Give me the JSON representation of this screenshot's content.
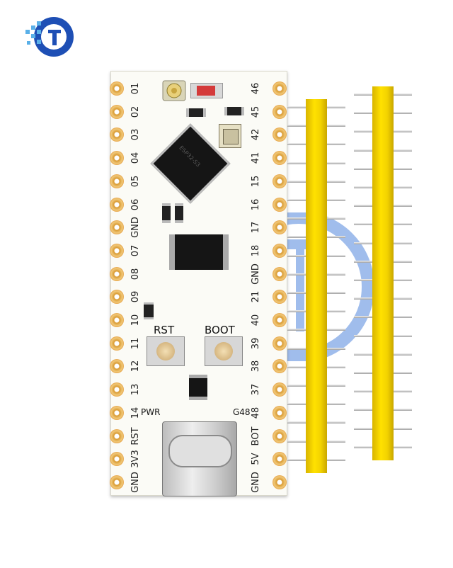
{
  "logo": {
    "name": "brand-logo",
    "color_primary": "#1e4fb5",
    "color_accent": "#5ab0e8"
  },
  "board": {
    "left_pins": [
      "01",
      "02",
      "03",
      "04",
      "05",
      "06",
      "GND",
      "07",
      "08",
      "09",
      "10",
      "11",
      "12",
      "13",
      "14",
      "RST",
      "3V3",
      "GND"
    ],
    "right_pins": [
      "46",
      "45",
      "42",
      "41",
      "15",
      "16",
      "17",
      "18",
      "GND",
      "21",
      "40",
      "39",
      "38",
      "37",
      "48",
      "BOT",
      "5V",
      "GND"
    ],
    "buttons": {
      "reset_label": "RST",
      "boot_label": "BOOT"
    },
    "silkscreen": {
      "pwr": "PWR",
      "g48": "G48"
    },
    "chip_text": "ESP32-S3"
  },
  "colors": {
    "header_plastic": "#f3d300",
    "pad_gold": "#e7a54a",
    "pcb_white": "#fbfbf6",
    "watermark": "#2e6fd6"
  }
}
